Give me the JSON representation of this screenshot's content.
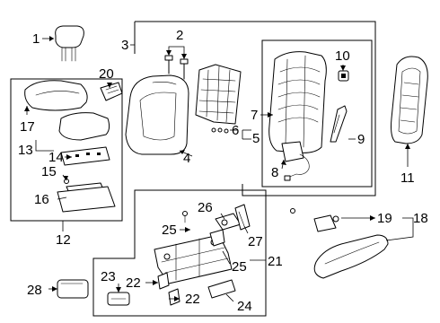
{
  "callouts": [
    {
      "id": "c1",
      "text": "1"
    },
    {
      "id": "c2",
      "text": "2"
    },
    {
      "id": "c3",
      "text": "3"
    },
    {
      "id": "c4",
      "text": "4"
    },
    {
      "id": "c5",
      "text": "5"
    },
    {
      "id": "c6",
      "text": "6"
    },
    {
      "id": "c7",
      "text": "7"
    },
    {
      "id": "c8",
      "text": "8"
    },
    {
      "id": "c9",
      "text": "9"
    },
    {
      "id": "c10",
      "text": "10"
    },
    {
      "id": "c11",
      "text": "11"
    },
    {
      "id": "c12",
      "text": "12"
    },
    {
      "id": "c13",
      "text": "13"
    },
    {
      "id": "c14",
      "text": "14"
    },
    {
      "id": "c15",
      "text": "15"
    },
    {
      "id": "c16",
      "text": "16"
    },
    {
      "id": "c17",
      "text": "17"
    },
    {
      "id": "c18",
      "text": "18"
    },
    {
      "id": "c19",
      "text": "19"
    },
    {
      "id": "c20",
      "text": "20"
    },
    {
      "id": "c21",
      "text": "21"
    },
    {
      "id": "c22a",
      "text": "22"
    },
    {
      "id": "c22b",
      "text": "22"
    },
    {
      "id": "c23",
      "text": "23"
    },
    {
      "id": "c24",
      "text": "24"
    },
    {
      "id": "c25a",
      "text": "25"
    },
    {
      "id": "c25b",
      "text": "25"
    },
    {
      "id": "c26",
      "text": "26"
    },
    {
      "id": "c27",
      "text": "27"
    },
    {
      "id": "c28",
      "text": "28"
    }
  ]
}
